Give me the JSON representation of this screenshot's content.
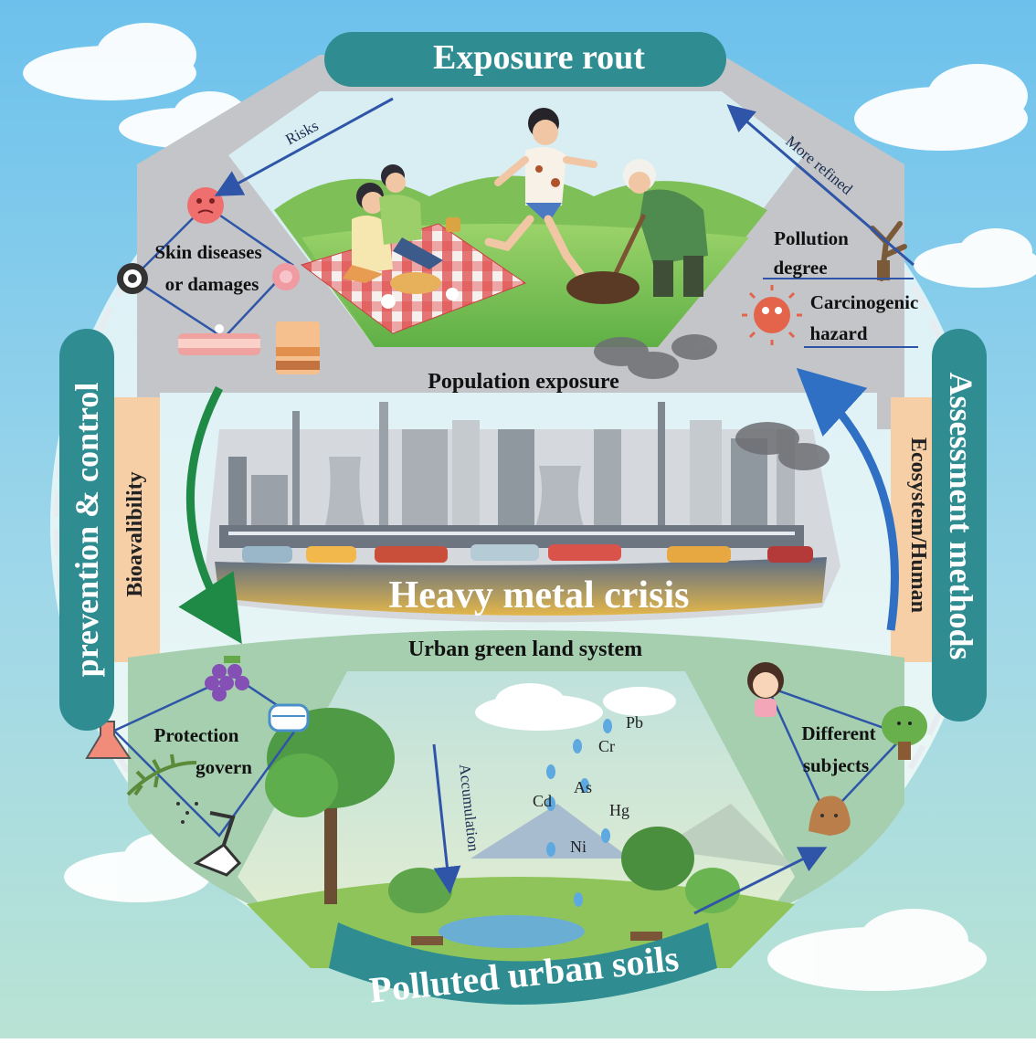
{
  "banners": {
    "top": "Exposure rout",
    "bottom": "Polluted urban soils",
    "left": "prevention & control",
    "right": "Assessment methods"
  },
  "side_panels": {
    "left": "Bioavalibility",
    "right": "Ecosystem/Human"
  },
  "center": {
    "title": "Heavy metal crisis",
    "population_label": "Population exposure",
    "green_label": "Urban green land system"
  },
  "arrows": {
    "risks": "Risks",
    "more_refined": "More refined",
    "accumulation": "Accumulation"
  },
  "skin": {
    "line1": "Skin diseases",
    "line2": "or damages"
  },
  "assessment": {
    "pollution1": "Pollution",
    "pollution2": "degree",
    "carc1": "Carcinogenic",
    "carc2": "hazard"
  },
  "protection": {
    "line1": "Protection",
    "line2": "govern"
  },
  "subjects": {
    "line1": "Different",
    "line2": "subjects"
  },
  "metals": [
    "Pb",
    "Cr",
    "As",
    "Cd",
    "Hg",
    "Ni"
  ],
  "colors": {
    "teal": "#2f8d92",
    "gray_panel": "#c3c5c8",
    "peach": "#f7cfa6",
    "green_panel": "#9cc6a6",
    "sky": "#8fcde6",
    "arrow_blue": "#2f55a8",
    "arrow_green": "#1f8a45"
  },
  "icons": [
    "virus-icon",
    "skin-layer-icon",
    "tree-icon",
    "bacteria-icon",
    "grape-icon",
    "flask-icon",
    "mask-icon",
    "fern-icon",
    "shower-icon",
    "girl-icon",
    "smiling-tree-icon",
    "soil-icon"
  ]
}
